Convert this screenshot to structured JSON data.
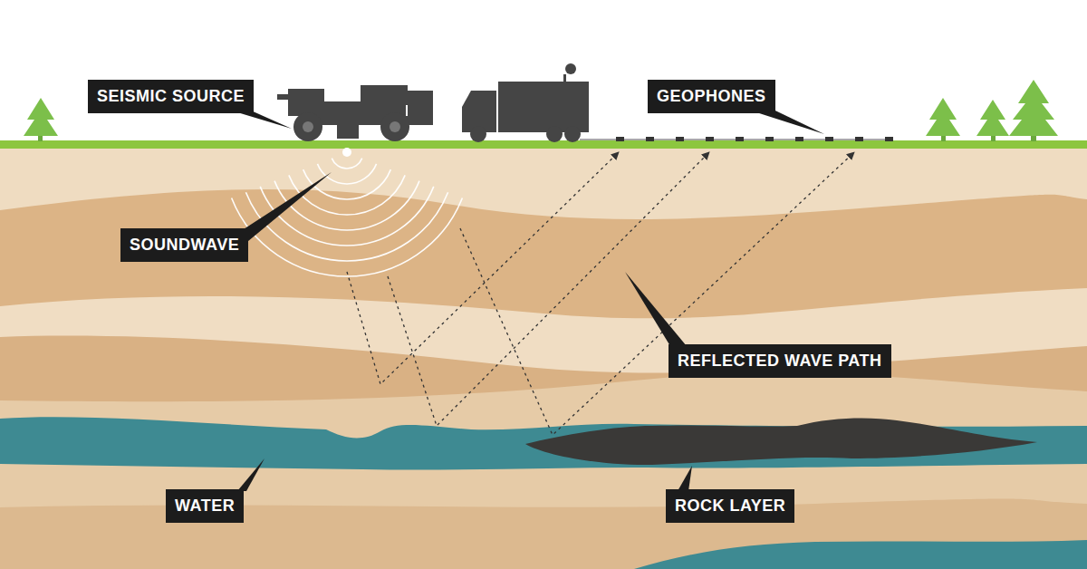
{
  "diagram": {
    "labels": [
      "SEISMIC SOURCE",
      "GEOPHONES",
      "SOUNDWAVE",
      "REFLECTED WAVE PATH",
      "WATER",
      "ROCK LAYER"
    ]
  }
}
